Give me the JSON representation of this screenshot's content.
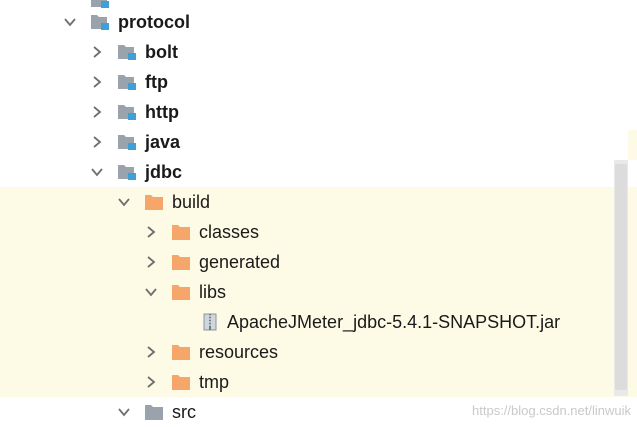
{
  "tree": {
    "items": [
      {
        "label": "",
        "type": "module",
        "expanded": null
      },
      {
        "label": "protocol",
        "type": "module",
        "expanded": true
      },
      {
        "label": "bolt",
        "type": "module",
        "expanded": false
      },
      {
        "label": "ftp",
        "type": "module",
        "expanded": false
      },
      {
        "label": "http",
        "type": "module",
        "expanded": false
      },
      {
        "label": "java",
        "type": "module",
        "expanded": false
      },
      {
        "label": "jdbc",
        "type": "module",
        "expanded": true
      },
      {
        "label": "build",
        "type": "folder-orange",
        "expanded": true
      },
      {
        "label": "classes",
        "type": "folder-orange",
        "expanded": false
      },
      {
        "label": "generated",
        "type": "folder-orange",
        "expanded": false
      },
      {
        "label": "libs",
        "type": "folder-orange",
        "expanded": true
      },
      {
        "label": "ApacheJMeter_jdbc-5.4.1-SNAPSHOT.jar",
        "type": "jar-file",
        "expanded": null
      },
      {
        "label": "resources",
        "type": "folder-orange",
        "expanded": false
      },
      {
        "label": "tmp",
        "type": "folder-orange",
        "expanded": false
      },
      {
        "label": "src",
        "type": "folder-gray",
        "expanded": true
      }
    ]
  },
  "watermark": "https://blog.csdn.net/linwuik",
  "colors": {
    "highlight": "#fdfbe6",
    "folder_orange": "#f7a66b",
    "folder_gray": "#9aa3ab",
    "module_marker": "#3fa0d8",
    "chevron": "#6e6e6e"
  }
}
